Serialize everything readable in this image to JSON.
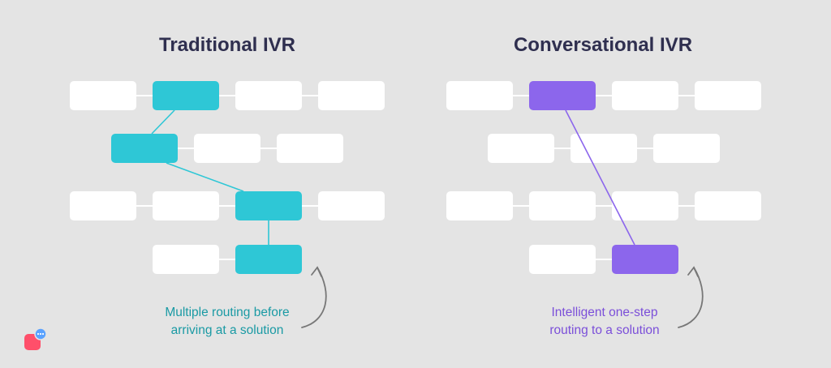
{
  "colors": {
    "background": "#e4e4e4",
    "box": "#ffffff",
    "traditional_accent": "#2ec7d6",
    "conversational_accent": "#8c66ec",
    "connector": "#ffffff"
  },
  "traditional": {
    "title": "Traditional IVR",
    "caption_line1": "Multiple routing before",
    "caption_line2": "arriving at a solution"
  },
  "conversational": {
    "title": "Conversational IVR",
    "caption_line1": "Intelligent one-step",
    "caption_line2": "routing to a solution"
  },
  "logo": {
    "icon": "chat-bubble-logo-icon"
  }
}
